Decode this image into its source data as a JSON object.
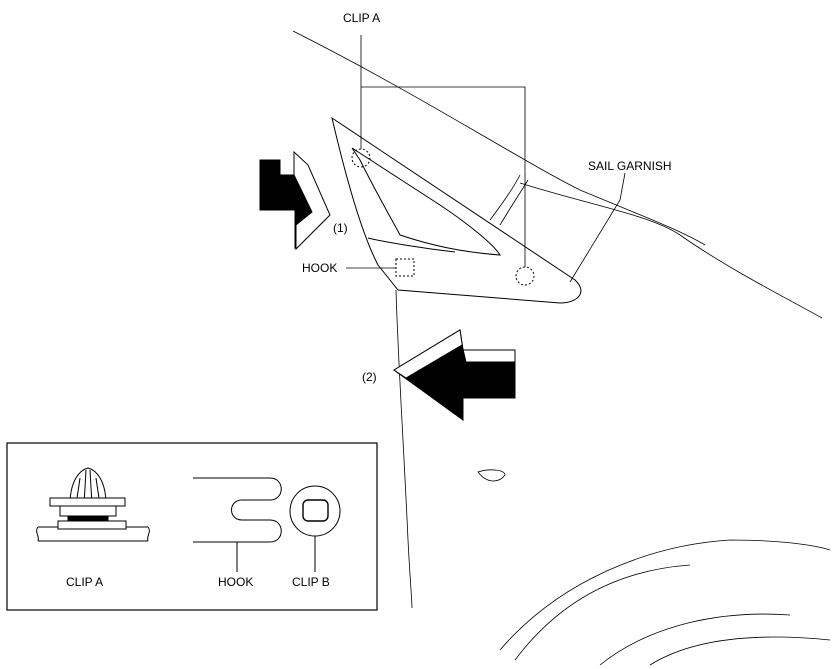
{
  "labels": {
    "clip_a_top": "CLIP A",
    "sail_garnish": "SAIL GARNISH",
    "step_1": "(1)",
    "step_2": "(2)",
    "hook": "HOOK"
  },
  "detail_inset": {
    "clip_a": "CLIP A",
    "hook": "HOOK",
    "clip_b": "CLIP B"
  }
}
